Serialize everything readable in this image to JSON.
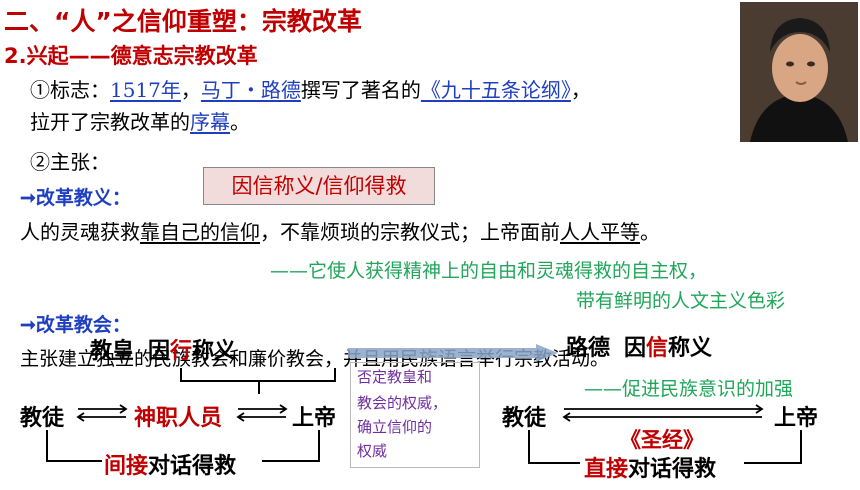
{
  "section_title": "二、“人”之信仰重塑：宗教改革",
  "subtitle": "2.兴起——德意志宗教改革",
  "sign": {
    "prefix": "①标志：",
    "year": "1517年",
    "comma": "，",
    "person": "马丁・路德",
    "wrote": "撰写了著名的",
    "book": "《九十五条论纲》",
    "end": "，",
    "line2_a": "拉开了宗教改革的",
    "line2_b": "序幕",
    "line2_c": "。"
  },
  "claim_label": "②主张：",
  "doctrine_label": "➞改革教义：",
  "doctrine_box": "因信称义/信仰得救",
  "doctrine_text_a": "人的灵魂获救",
  "doctrine_text_b": "靠自己的信仰",
  "doctrine_text_c": "，不靠烦琐的宗教仪式；上帝面前",
  "doctrine_text_d": "人人平等",
  "doctrine_text_e": "。",
  "green_note_1": "——它使人获得精神上的自由和灵魂得救的自主权，",
  "green_note_2": "带有鲜明的人文主义色彩",
  "church_label": "➞改革教会：",
  "church_text": "主张建立独立的民族教会和廉价教会，并且用民族语言举行宗教活动。",
  "green_note_3": "——促进民族意识的加强",
  "left_diagram": {
    "title_a": "教皇",
    "title_b": "因",
    "title_c": "行",
    "title_d": "称义",
    "believer": "教徒",
    "clergy": "神职人员",
    "god": "上帝",
    "bottom_a": "间接",
    "bottom_b": "对话得救"
  },
  "purple_note": [
    "否定教皇和",
    "教会的权威，",
    "确立信仰的",
    "权威"
  ],
  "right_diagram": {
    "title_a": "路德",
    "title_b": "因",
    "title_c": "信",
    "title_d": "称义",
    "believer": "教徒",
    "bible": "《圣经》",
    "god": "上帝",
    "bottom_a": "直接",
    "bottom_b": "对话得救"
  },
  "colors": {
    "red": "#c00000",
    "blue": "#1f3fbf",
    "green": "#21a65a",
    "purple": "#7030a0"
  }
}
